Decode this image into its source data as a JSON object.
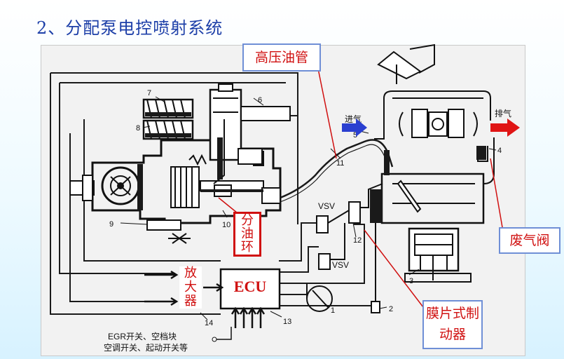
{
  "title": "2、分配泵电控喷射系统",
  "callouts": {
    "high_pressure_pipe": "高压油管",
    "exhaust_valve": "废气阀",
    "diaphragm_brake": "膜片式制动器",
    "amplifier": "放大器",
    "spill_ring": "分油环",
    "ecu": "ECU"
  },
  "labels": {
    "intake": "进气",
    "exhaust": "排气",
    "vsv_top": "VSV",
    "vsv_bottom": "VSV",
    "switches_line1": "EGR开关、空档块",
    "switches_line2": "空调开关、起动开关等"
  },
  "part_numbers": [
    "1",
    "2",
    "3",
    "4",
    "5",
    "6",
    "7",
    "8",
    "9",
    "10",
    "11",
    "12",
    "13",
    "14"
  ],
  "colors": {
    "title": "#1d3fa8",
    "callout_text": "#d01010",
    "intake_arrow": "#2a3fd0",
    "exhaust_arrow": "#e01515",
    "leader_line": "#d01010"
  }
}
